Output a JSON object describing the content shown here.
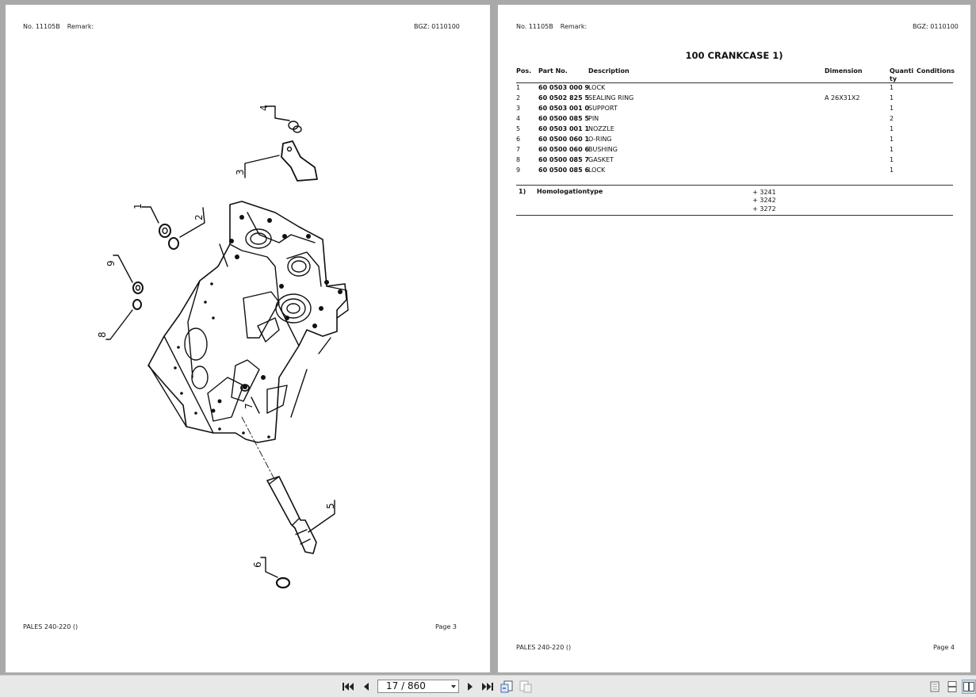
{
  "viewer": {
    "page_indicator": "17 / 860",
    "buttons": {
      "first_page": "first-page",
      "prev_page": "previous-page",
      "next_page": "next-page",
      "last_page": "last-page"
    }
  },
  "left_page": {
    "header_no": "No. 11105B",
    "header_remark": "Remark:",
    "header_bgz": "BGZ: 0110100",
    "footer_model": "PALES 240-220 ()",
    "footer_page": "Page 3",
    "callouts": [
      "1",
      "2",
      "3",
      "4",
      "5",
      "6",
      "7",
      "8",
      "9"
    ]
  },
  "right_page": {
    "header_no": "No. 11105B",
    "header_remark": "Remark:",
    "header_bgz": "BGZ: 0110100",
    "section_title": "100 CRANKCASE  1)",
    "columns": {
      "pos": "Pos.",
      "part_no": "Part No.",
      "description": "Description",
      "dimension": "Dimension",
      "quantity_1": "Quanti",
      "quantity_2": "ty",
      "conditions": "Conditions"
    },
    "rows": [
      {
        "pos": "1",
        "part_no": "60 0503 000 9",
        "description": "LOCK",
        "dimension": "",
        "qty": "1"
      },
      {
        "pos": "2",
        "part_no": "60 0502 825 5",
        "description": "SEALING RING",
        "dimension": "A 26X31X2",
        "qty": "1"
      },
      {
        "pos": "3",
        "part_no": "60 0503 001 0",
        "description": "SUPPORT",
        "dimension": "",
        "qty": "1"
      },
      {
        "pos": "4",
        "part_no": "60 0500 085 5",
        "description": "PIN",
        "dimension": "",
        "qty": "2"
      },
      {
        "pos": "5",
        "part_no": "60 0503 001 1",
        "description": "NOZZLE",
        "dimension": "",
        "qty": "1"
      },
      {
        "pos": "6",
        "part_no": "60 0500 060 1",
        "description": "O-RING",
        "dimension": "",
        "qty": "1"
      },
      {
        "pos": "7",
        "part_no": "60 0500 060 6",
        "description": "BUSHING",
        "dimension": "",
        "qty": "1"
      },
      {
        "pos": "8",
        "part_no": "60 0500 085 7",
        "description": "GASKET",
        "dimension": "",
        "qty": "1"
      },
      {
        "pos": "9",
        "part_no": "60 0500 085 6",
        "description": "LOCK",
        "dimension": "",
        "qty": "1"
      }
    ],
    "footnote": {
      "marker": "1)",
      "label": "Homologationtype",
      "values": [
        "+ 3241",
        "+ 3242",
        "+ 3272"
      ]
    },
    "footer_model": "PALES 240-220 ()",
    "footer_page": "Page 4"
  }
}
